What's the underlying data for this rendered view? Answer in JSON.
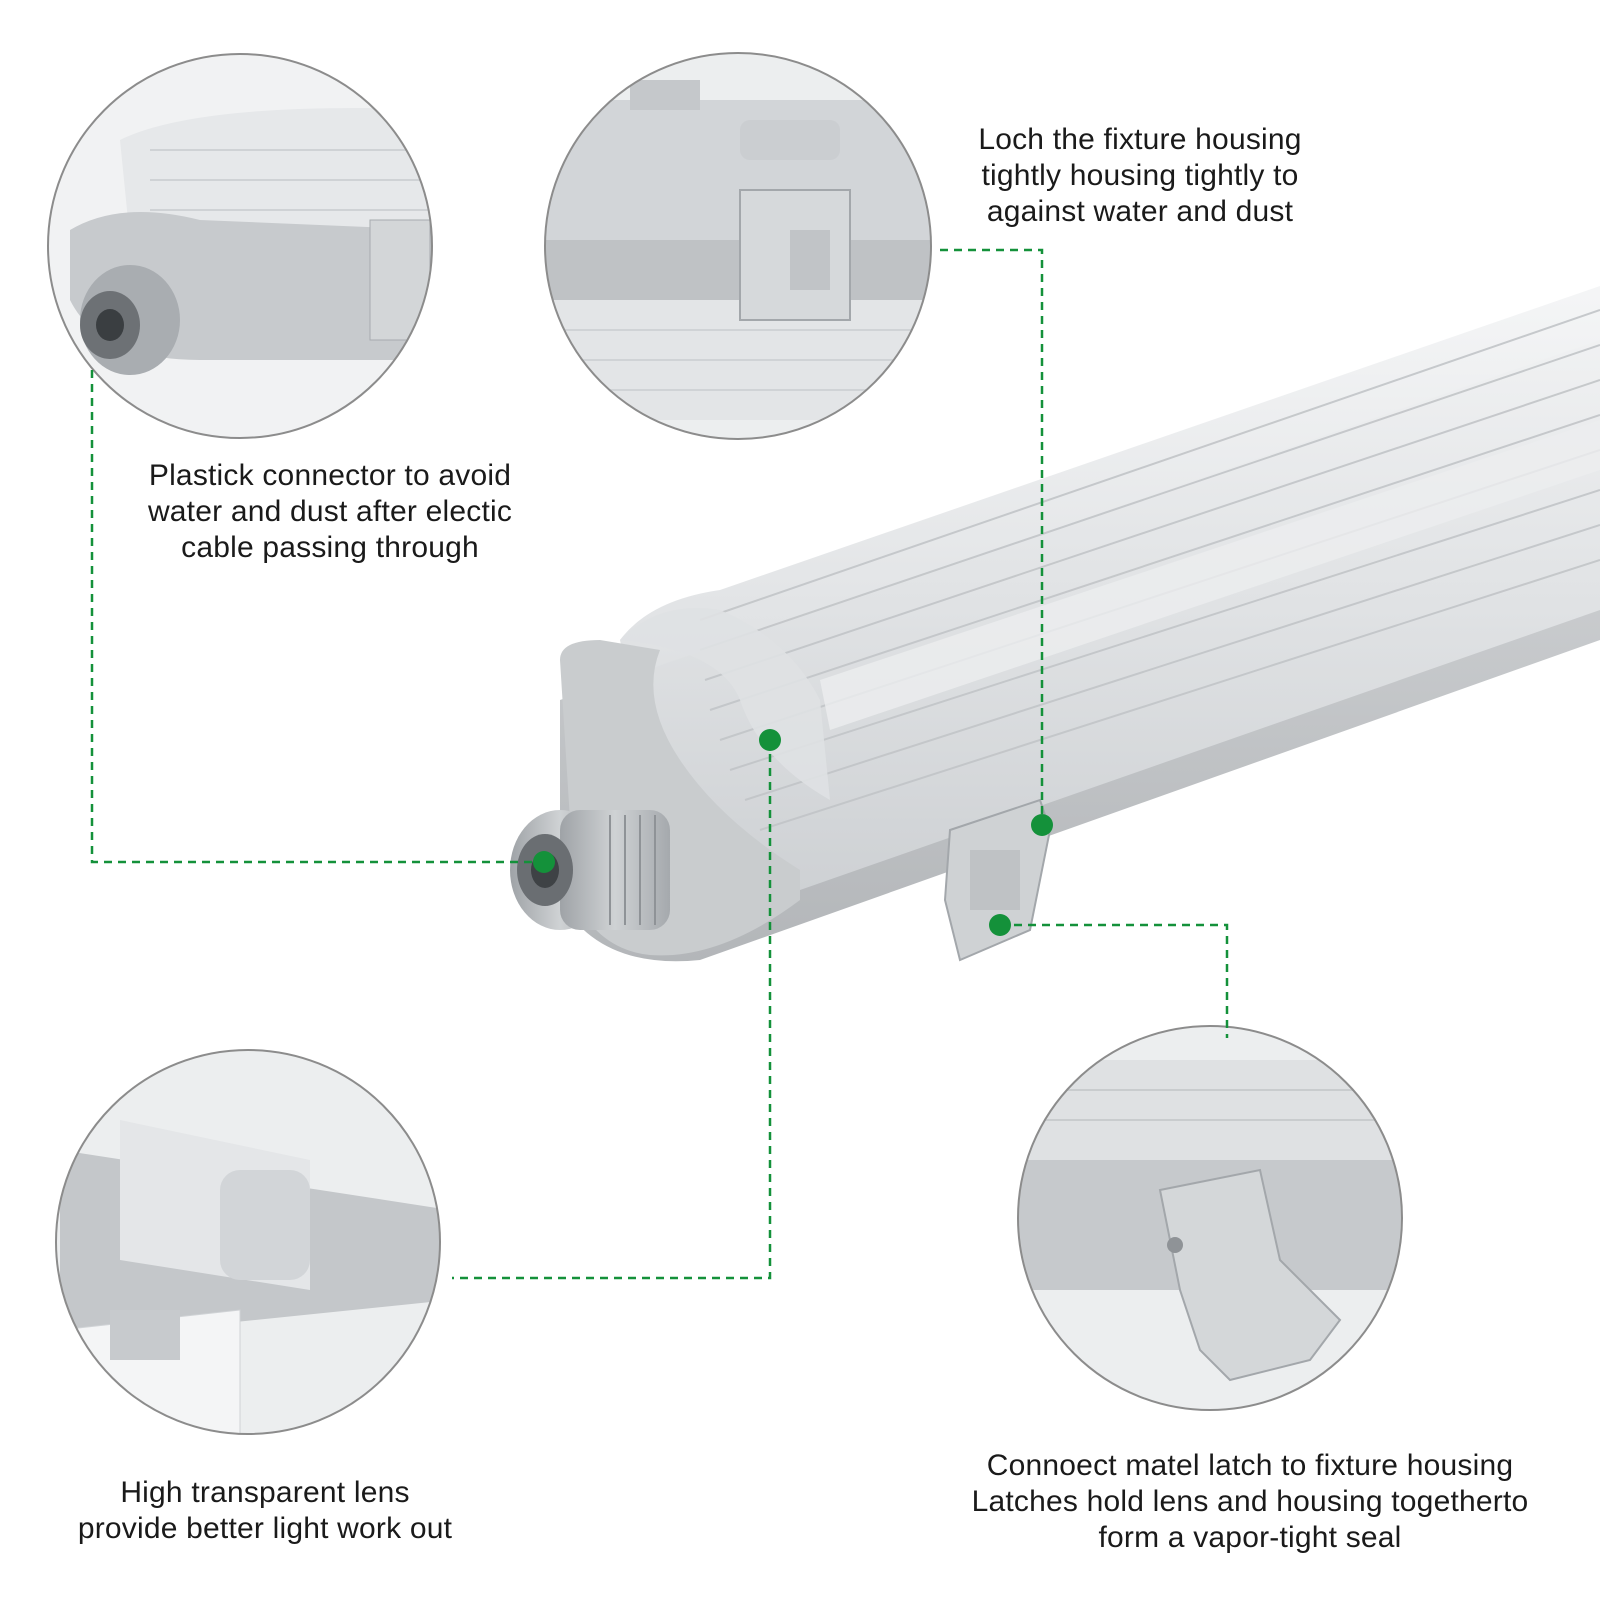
{
  "accent_color": "#14913a",
  "callouts": {
    "connector": {
      "lines": [
        "Plastick connector to avoid",
        "water and dust after electic",
        "cable passing through"
      ]
    },
    "housing_lock": {
      "lines": [
        "Loch the fixture housing",
        "tightly housing tightly to",
        "against water and dust"
      ]
    },
    "lens": {
      "lines": [
        "High transparent lens",
        "provide better light work out"
      ]
    },
    "latch": {
      "lines": [
        "Connoect matel latch to fixture housing",
        "Latches hold lens and housing togetherto",
        "form a vapor-tight seal"
      ]
    }
  }
}
